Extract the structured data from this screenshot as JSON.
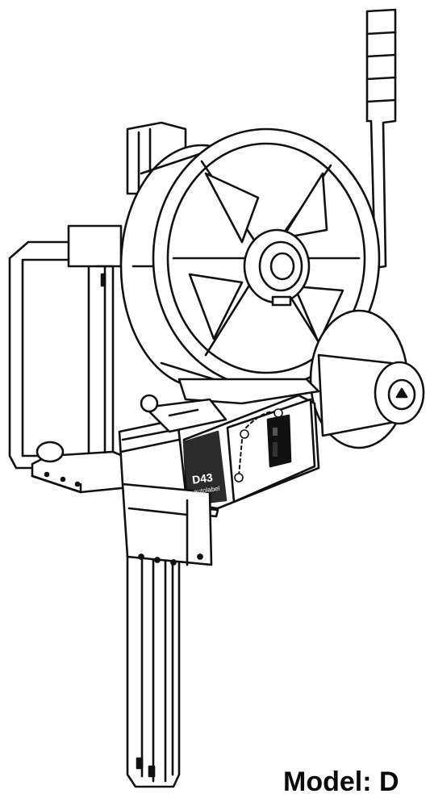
{
  "product": {
    "model_caption": "Model: D",
    "panel_label": "D43",
    "brand_label": "autolabel",
    "outline_color": "#111111",
    "panel_color": "#2b2b2b",
    "background_color": "#ffffff"
  },
  "illustration": {
    "description_icon": "label-applicator-illustration"
  }
}
